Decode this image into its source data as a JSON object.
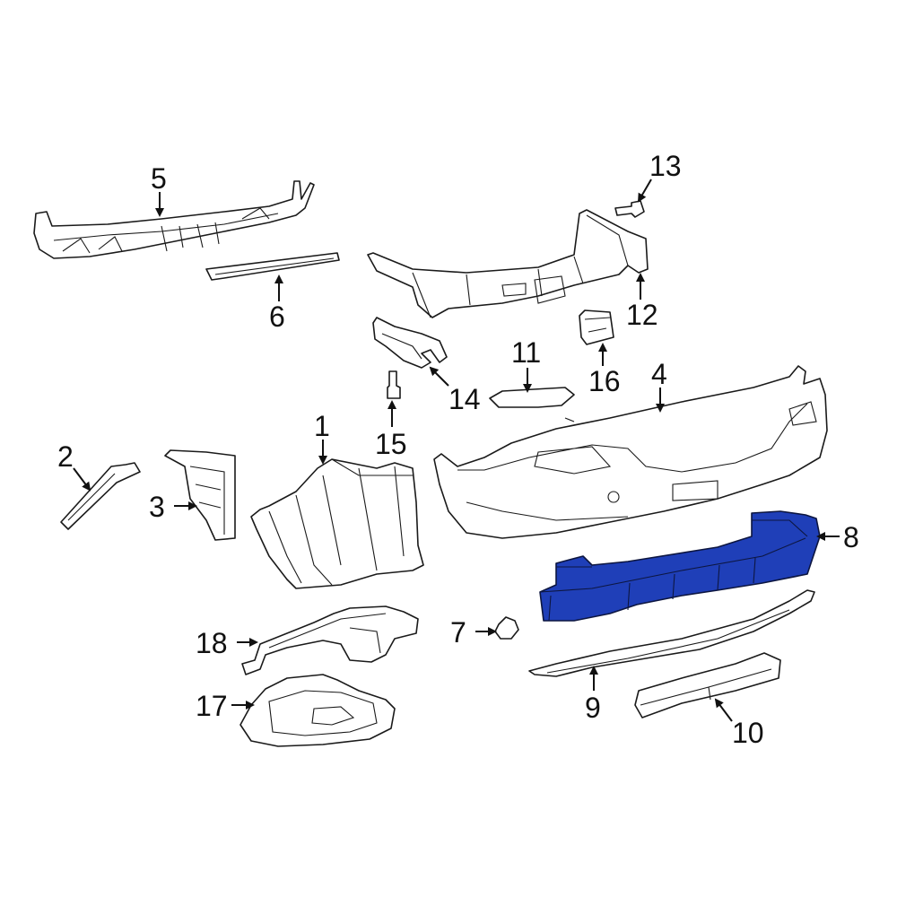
{
  "colors": {
    "highlight": "#1f3fb8",
    "line": "#1a1a1a",
    "background": "#ffffff"
  },
  "callouts": {
    "c1": "1",
    "c2": "2",
    "c3": "3",
    "c4": "4",
    "c5": "5",
    "c6": "6",
    "c7": "7",
    "c8": "8",
    "c9": "9",
    "c10": "10",
    "c11": "11",
    "c12": "12",
    "c13": "13",
    "c14": "14",
    "c15": "15",
    "c16": "16",
    "c17": "17",
    "c18": "18"
  },
  "highlighted_part": "8"
}
